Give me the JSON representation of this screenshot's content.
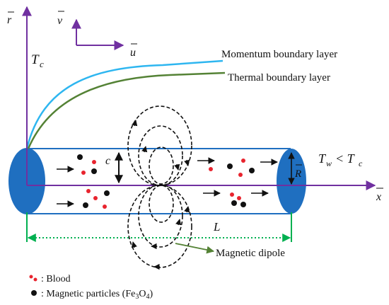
{
  "axes": {
    "r_label": "r",
    "v_label": "v",
    "u_label": "u",
    "x_label": "x",
    "R_label": "R"
  },
  "labels": {
    "Tc": "T",
    "Tc_sub": "c",
    "momentum": "Momentum boundary layer",
    "thermal": "Thermal boundary layer",
    "c": "c",
    "Tw_T": "T",
    "Tw_sub": "w",
    "Tw_lt": "< T",
    "Tw_sub2": "c",
    "L": "L",
    "dipole": "Magnetic dipole"
  },
  "legend": {
    "blood": ": Blood",
    "magnetic_prefix": ": Magnetic particles (Fe",
    "sub3": "3",
    "o": "O",
    "sub4": "4",
    "close": ")"
  },
  "colors": {
    "axis": "#7030a0",
    "vessel": "#1f6fc0",
    "momentum": "#2eb6f0",
    "thermal": "#548235",
    "length": "#00b050",
    "blood": "#e8242e",
    "magnetic": "#111111"
  }
}
